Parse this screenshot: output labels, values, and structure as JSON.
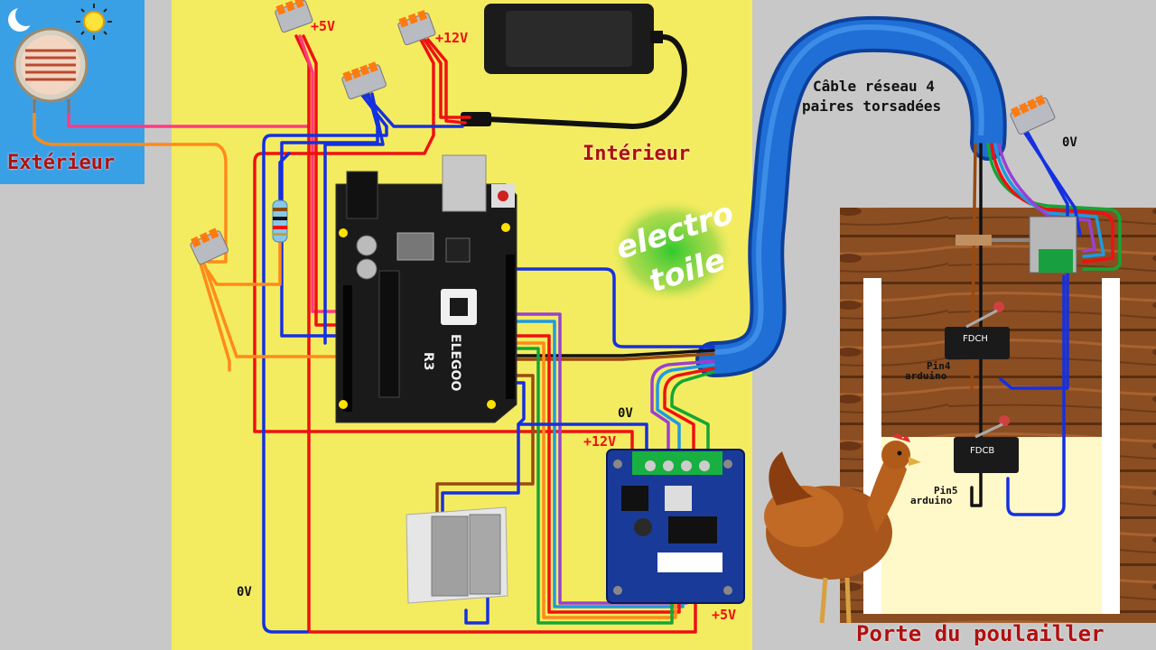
{
  "labels": {
    "exterieur": "Extérieur",
    "interieur": "Intérieur",
    "porte": "Porte du  poulailler",
    "cable_line1": "Câble réseau 4",
    "cable_line2": "paires torsadées",
    "plus5_top": "+5V",
    "plus12_top": "+12V",
    "zero_v_right": "0V",
    "zero_v_mid": "0V",
    "plus12_mid": "+12V",
    "zero_v_left": "0V",
    "plus5_bottom": "+5V",
    "fdch": "FDCH",
    "fdcb": "FDCB",
    "pin4_line1": "Pin4",
    "pin4_line2": "arduino",
    "pin5_line1": "Pin5",
    "pin5_line2": "arduino"
  },
  "watermark": {
    "line1": "electro",
    "line2": "toile"
  },
  "board": {
    "brand": "ELEGOO",
    "model": "R3"
  },
  "colors": {
    "panel_yellow": "#f4ec60",
    "panel_blue": "#3aa0e6",
    "cable_blue": "#1f6fd6",
    "wire_red": "#ee1111",
    "wire_pink": "#ff3a80",
    "wire_blue": "#1530e0",
    "wire_orange": "#ff8a1a",
    "wire_brown": "#9a4a10",
    "wire_green": "#15a535",
    "wire_purple": "#9a40d0",
    "wire_black": "#111111",
    "wood": "#8a4e22"
  }
}
